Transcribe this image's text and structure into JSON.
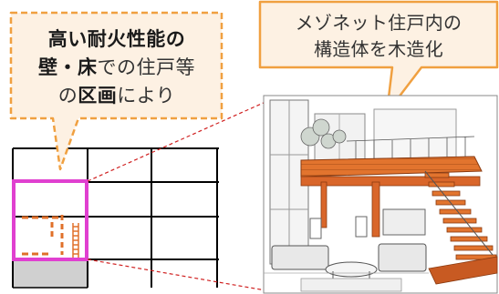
{
  "callout_left": {
    "line1_bold": "高い耐火性能の",
    "line2_bold_a": "壁",
    "line2_sep": "・",
    "line2_bold_b": "床",
    "line2_rest": "での住戸等",
    "line3_a": "の",
    "line3_bold": "区画",
    "line3_rest": "により"
  },
  "callout_right": {
    "line1": "メゾネット住戸内の",
    "line2": "構造体を木造化"
  },
  "colors": {
    "callout_border": "#f0a040",
    "callout_fill": "#fdf1e3",
    "highlight_frame": "#e040d0",
    "leader_line": "#d02020",
    "timber": "#e0702a",
    "grid": "#000000",
    "ground_floor": "#d0d0d0"
  }
}
